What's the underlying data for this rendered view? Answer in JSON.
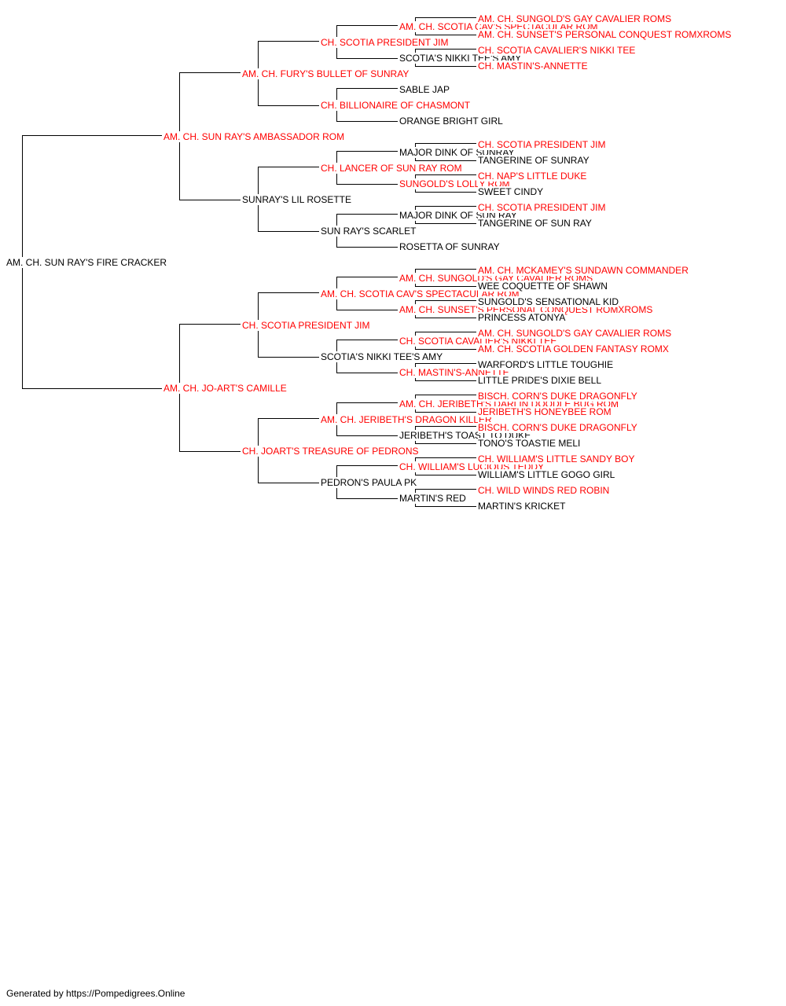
{
  "colors": {
    "champion": "#ff0000",
    "normal": "#000000",
    "line": "#000000"
  },
  "pedigree": {
    "subject": {
      "name": "AM. CH. SUN RAY'S FIRE CRACKER",
      "champion": false
    },
    "generations": [
      [
        {
          "name": "AM. CH. SUN RAY'S AMBASSADOR ROM",
          "champion": true
        },
        {
          "name": "AM. CH. JO-ART'S CAMILLE",
          "champion": true
        }
      ],
      [
        {
          "name": "AM. CH. FURY'S BULLET OF SUNRAY",
          "champion": true
        },
        {
          "name": "SUNRAY'S LIL ROSETTE",
          "champion": false
        },
        {
          "name": "CH. SCOTIA PRESIDENT JIM",
          "champion": true
        },
        {
          "name": "CH. JOART'S TREASURE OF PEDRONS",
          "champion": true
        }
      ],
      [
        {
          "name": "CH. SCOTIA PRESIDENT JIM",
          "champion": true
        },
        {
          "name": "CH. BILLIONAIRE OF CHASMONT",
          "champion": true
        },
        {
          "name": "CH. LANCER OF SUN RAY ROM",
          "champion": true
        },
        {
          "name": "SUN RAY'S SCARLET",
          "champion": false
        },
        {
          "name": "AM. CH. SCOTIA CAV'S SPECTACULAR ROM",
          "champion": true
        },
        {
          "name": "SCOTIA'S NIKKI TEE'S AMY",
          "champion": false
        },
        {
          "name": "AM. CH. JERIBETH'S DRAGON KILLER",
          "champion": true
        },
        {
          "name": "PEDRON'S PAULA PK",
          "champion": false
        }
      ],
      [
        {
          "name": "AM. CH. SCOTIA CAV'S SPECTACULAR ROM",
          "champion": true
        },
        {
          "name": "SCOTIA'S NIKKI TEE'S AMY",
          "champion": false
        },
        {
          "name": "SABLE JAP",
          "champion": false
        },
        {
          "name": "ORANGE BRIGHT GIRL",
          "champion": false
        },
        {
          "name": "MAJOR DINK OF SUNRAY",
          "champion": false
        },
        {
          "name": "SUNGOLD'S LOLLY ROM",
          "champion": true
        },
        {
          "name": "MAJOR DINK OF SUN RAY",
          "champion": false
        },
        {
          "name": "ROSETTA OF SUNRAY",
          "champion": false
        },
        {
          "name": "AM. CH. SUNGOLD'S GAY CAVALIER ROMS",
          "champion": true
        },
        {
          "name": "AM. CH. SUNSET'S PERSONAL CONQUEST ROMXROMS",
          "champion": true
        },
        {
          "name": "CH. SCOTIA CAVALIER'S NIKKI TEE",
          "champion": true
        },
        {
          "name": "CH. MASTIN'S-ANNETTE",
          "champion": true
        },
        {
          "name": "AM. CH. JERIBETH'S DARLIN DOODLE BUG ROM",
          "champion": true
        },
        {
          "name": "JERIBETH'S TOAST TO DUKE",
          "champion": false
        },
        {
          "name": "CH. WILLIAM'S LUCIOUS TEDDY",
          "champion": true
        },
        {
          "name": "MARTIN'S RED",
          "champion": false
        }
      ],
      [
        {
          "name": "AM. CH. SUNGOLD'S GAY CAVALIER ROMS",
          "champion": true
        },
        {
          "name": "AM. CH. SUNSET'S PERSONAL CONQUEST ROMXROMS",
          "champion": true
        },
        {
          "name": "CH. SCOTIA CAVALIER'S NIKKI TEE",
          "champion": true
        },
        {
          "name": "CH. MASTIN'S-ANNETTE",
          "champion": true
        },
        null,
        null,
        null,
        null,
        {
          "name": "CH. SCOTIA PRESIDENT JIM",
          "champion": true
        },
        {
          "name": "TANGERINE OF SUNRAY",
          "champion": false
        },
        {
          "name": "CH. NAP'S LITTLE DUKE",
          "champion": true
        },
        {
          "name": "SWEET CINDY",
          "champion": false
        },
        {
          "name": "CH. SCOTIA PRESIDENT JIM",
          "champion": true
        },
        {
          "name": "TANGERINE OF SUN RAY",
          "champion": false
        },
        null,
        null,
        {
          "name": "AM. CH. MCKAMEY'S SUNDAWN COMMANDER",
          "champion": true
        },
        {
          "name": "WEE COQUETTE OF SHAWN",
          "champion": false
        },
        {
          "name": "SUNGOLD'S SENSATIONAL KID",
          "champion": false
        },
        {
          "name": "PRINCESS ATONYA",
          "champion": false
        },
        {
          "name": "AM. CH. SUNGOLD'S GAY CAVALIER ROMS",
          "champion": true
        },
        {
          "name": "AM. CH. SCOTIA GOLDEN FANTASY ROMX",
          "champion": true
        },
        {
          "name": "WARFORD'S LITTLE TOUGHIE",
          "champion": false
        },
        {
          "name": "LITTLE PRIDE'S DIXIE BELL",
          "champion": false
        },
        {
          "name": "BISCH. CORN'S DUKE DRAGONFLY",
          "champion": true
        },
        {
          "name": "JERIBETH'S HONEYBEE ROM",
          "champion": true
        },
        {
          "name": "BISCH. CORN'S DUKE DRAGONFLY",
          "champion": true
        },
        {
          "name": "TONO'S TOASTIE MELI",
          "champion": false
        },
        {
          "name": "CH. WILLIAM'S LITTLE SANDY BOY",
          "champion": true
        },
        {
          "name": "WILLIAM'S LITTLE GOGO GIRL",
          "champion": false
        },
        {
          "name": "CH. WILD WINDS RED ROBIN",
          "champion": true
        },
        {
          "name": "MARTIN'S KRICKET",
          "champion": false
        }
      ]
    ]
  },
  "footer": {
    "text": "Generated by https://Pompedigrees.Online"
  }
}
